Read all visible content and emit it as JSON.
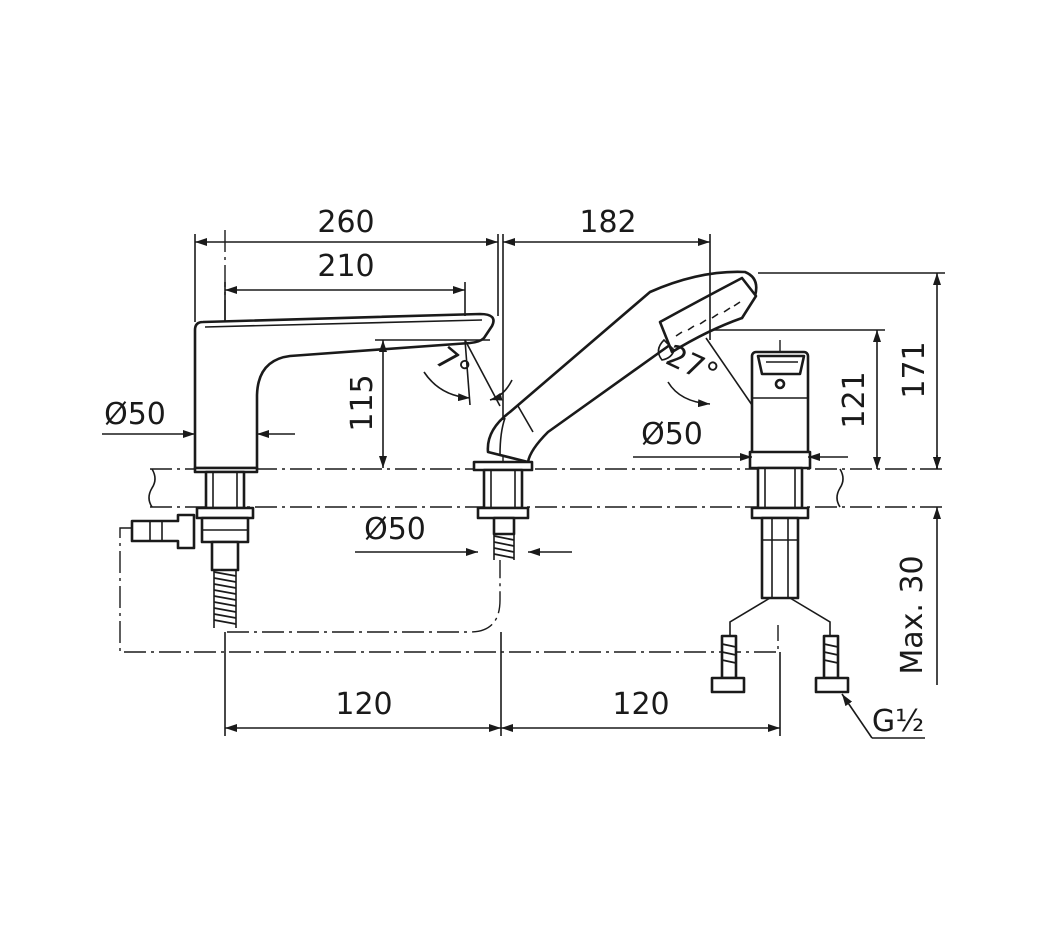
{
  "dimensions": {
    "spout_reach_total": "260",
    "spout_reach_inner": "210",
    "handshower_reach": "182",
    "spout_height": "115",
    "mixer_height": "121",
    "overall_height": "171",
    "spout_base_diameter": "Ø50",
    "holder_base_diameter": "Ø50",
    "mixer_base_diameter": "Ø50",
    "spacing_left": "120",
    "spacing_right": "120",
    "deck_thickness_max": "Max. 30",
    "connection_thread": "G½"
  },
  "angles": {
    "spout_tilt": "7°",
    "handshower_tilt": "27°"
  }
}
